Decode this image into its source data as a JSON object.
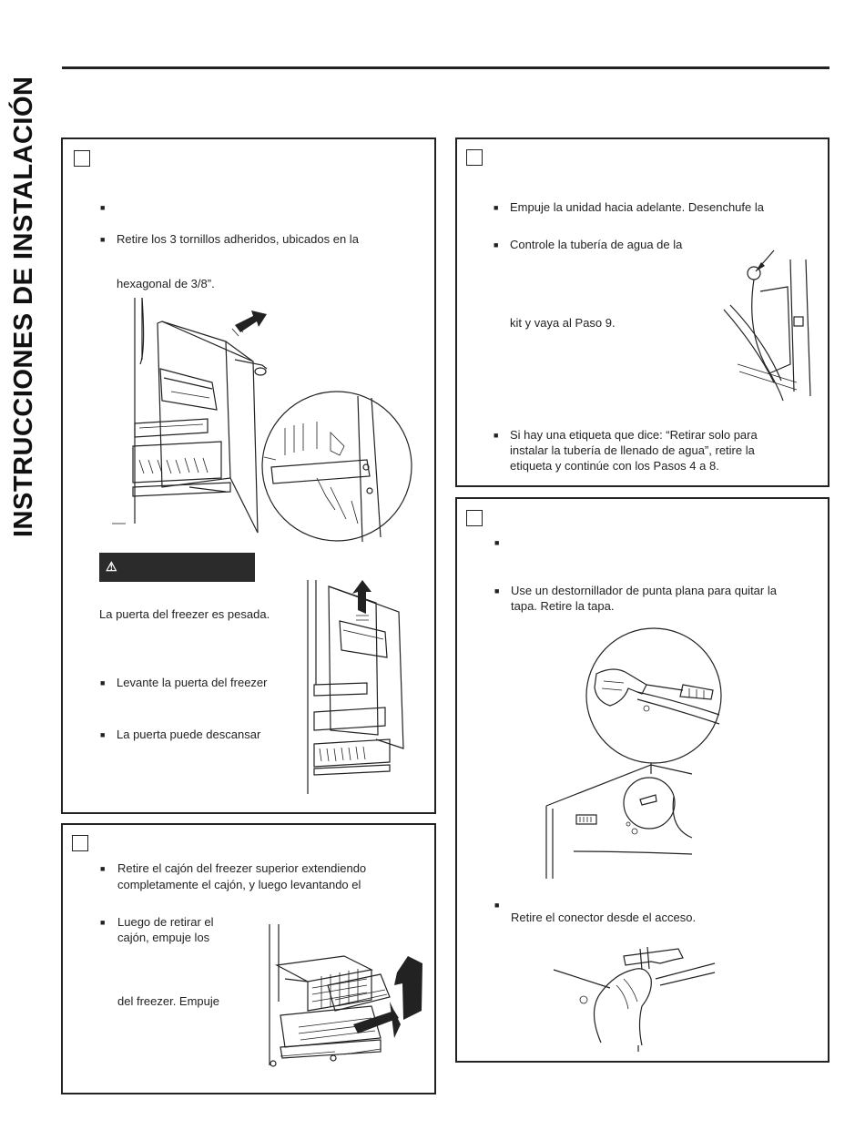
{
  "sidebar": {
    "title": "INSTRUCCIONES DE INSTALACIÓN"
  },
  "step_a": {
    "bullet1": "",
    "bullet2_line1": "Retire los 3 tornillos adheridos, ubicados en la",
    "bullet2_line2": "hexagonal de 3/8”.",
    "warning_label": "",
    "warning_text": "La puerta del freezer es pesada.",
    "bullet3": "Levante la puerta del freezer",
    "bullet4": "La puerta puede descansar"
  },
  "step_b": {
    "bullet1_line1": "Retire el cajón del freezer superior extendiendo",
    "bullet1_line2": "completamente el cajón, y luego levantando el",
    "bullet2_line1": "Luego de retirar el",
    "bullet2_line2": "cajón, empuje los",
    "bullet2_line3": "del freezer. Empuje"
  },
  "step_c": {
    "bullet1": "Empuje la unidad hacia adelante. Desenchufe la",
    "bullet2": "Controle la tubería de agua de la",
    "bullet2_line2": "kit y vaya al Paso 9.",
    "bullet3_line1": "Si hay una etiqueta que dice: “Retirar solo para",
    "bullet3_line2": "instalar la tubería de llenado de agua”, retire la",
    "bullet3_line3": "etiqueta y continúe con los Pasos 4 a 8."
  },
  "step_d": {
    "bullet1": "",
    "bullet2_line1": "Use un destornillador de punta plana para quitar la",
    "bullet2_line2": "tapa. Retire la tapa.",
    "bullet3": "",
    "bullet3_line2": "Retire el conector desde el acceso."
  },
  "glyphs": {
    "bullet": "■",
    "warning": "⚠"
  }
}
